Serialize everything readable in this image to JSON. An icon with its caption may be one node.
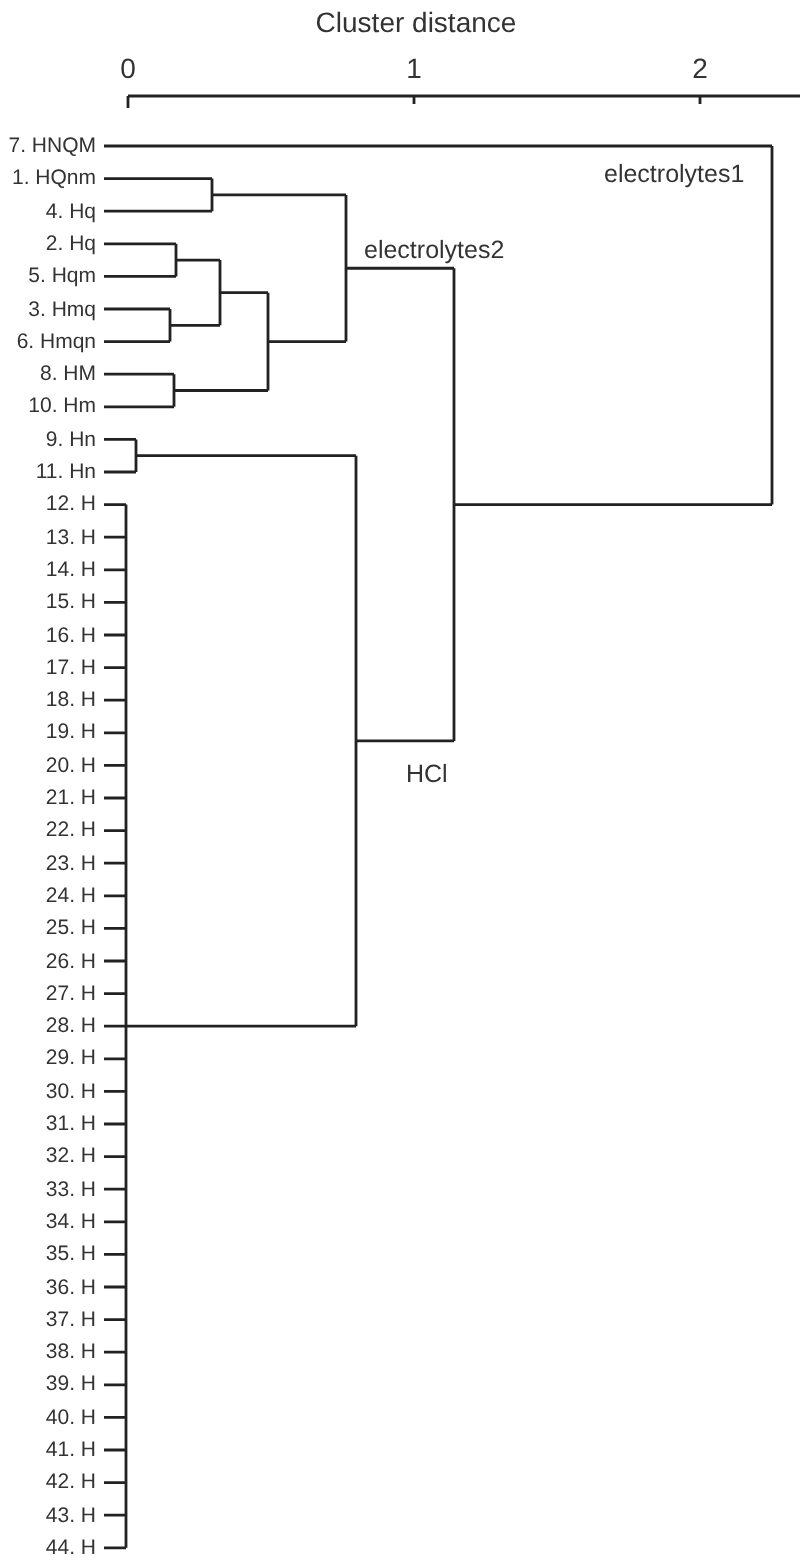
{
  "diagram": {
    "labels": [
      "Cluster distance",
      "0",
      "1",
      "2",
      "7. HNQM",
      "1. HQnm",
      "4. Hq",
      "2. Hq",
      "5. Hqm",
      "3. Hmq",
      "6. Hmqn",
      "8. HM",
      "10. Hm",
      "9. Hn",
      "11. Hn",
      "12. H",
      "13. H",
      "14. H",
      "15. H",
      "16. H",
      "17. H",
      "18. H",
      "19. H",
      "20. H",
      "21. H",
      "22. H",
      "23. H",
      "24. H",
      "25. H",
      "26. H",
      "27. H",
      "28. H",
      "29. H",
      "30. H",
      "31. H",
      "32. H",
      "33. H",
      "34. H",
      "35. H",
      "36. H",
      "37. H",
      "38. H",
      "39. H",
      "40. H",
      "41. H",
      "42. H",
      "43. H",
      "44. H",
      "electrolytes1",
      "electrolytes2",
      "HCl"
    ]
  }
}
